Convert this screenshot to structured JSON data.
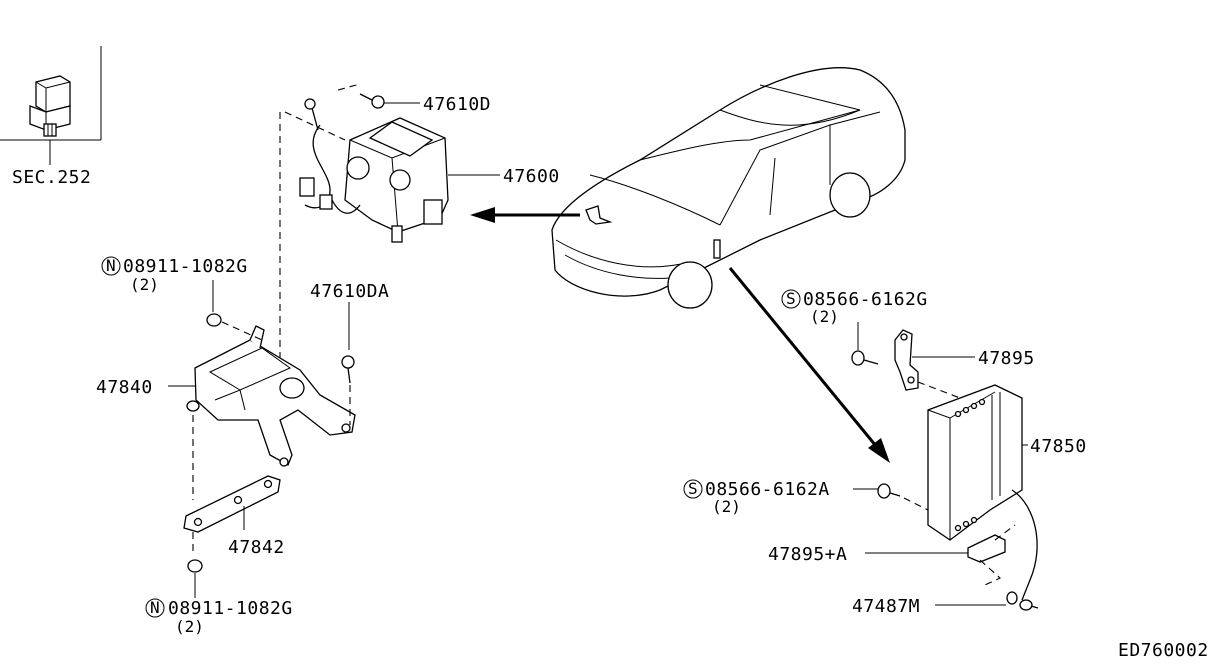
{
  "diagram": {
    "code": "ED760002",
    "sec_ref": "SEC.252",
    "labels": {
      "p47610D": "47610D",
      "p47600": "47600",
      "p47610DA": "47610DA",
      "p47840": "47840",
      "p47842": "47842",
      "p47895": "47895",
      "p47850": "47850",
      "p47895A": "47895+A",
      "p47487M": "47487M"
    },
    "fasteners": {
      "n_top": {
        "prefix": "N",
        "number": "08911-1082G",
        "qty": "(2)"
      },
      "n_bottom": {
        "prefix": "N",
        "number": "08911-1082G",
        "qty": "(2)"
      },
      "s_top": {
        "prefix": "S",
        "number": "08566-6162G",
        "qty": "(2)"
      },
      "s_mid": {
        "prefix": "S",
        "number": "08566-6162A",
        "qty": "(2)"
      }
    }
  }
}
